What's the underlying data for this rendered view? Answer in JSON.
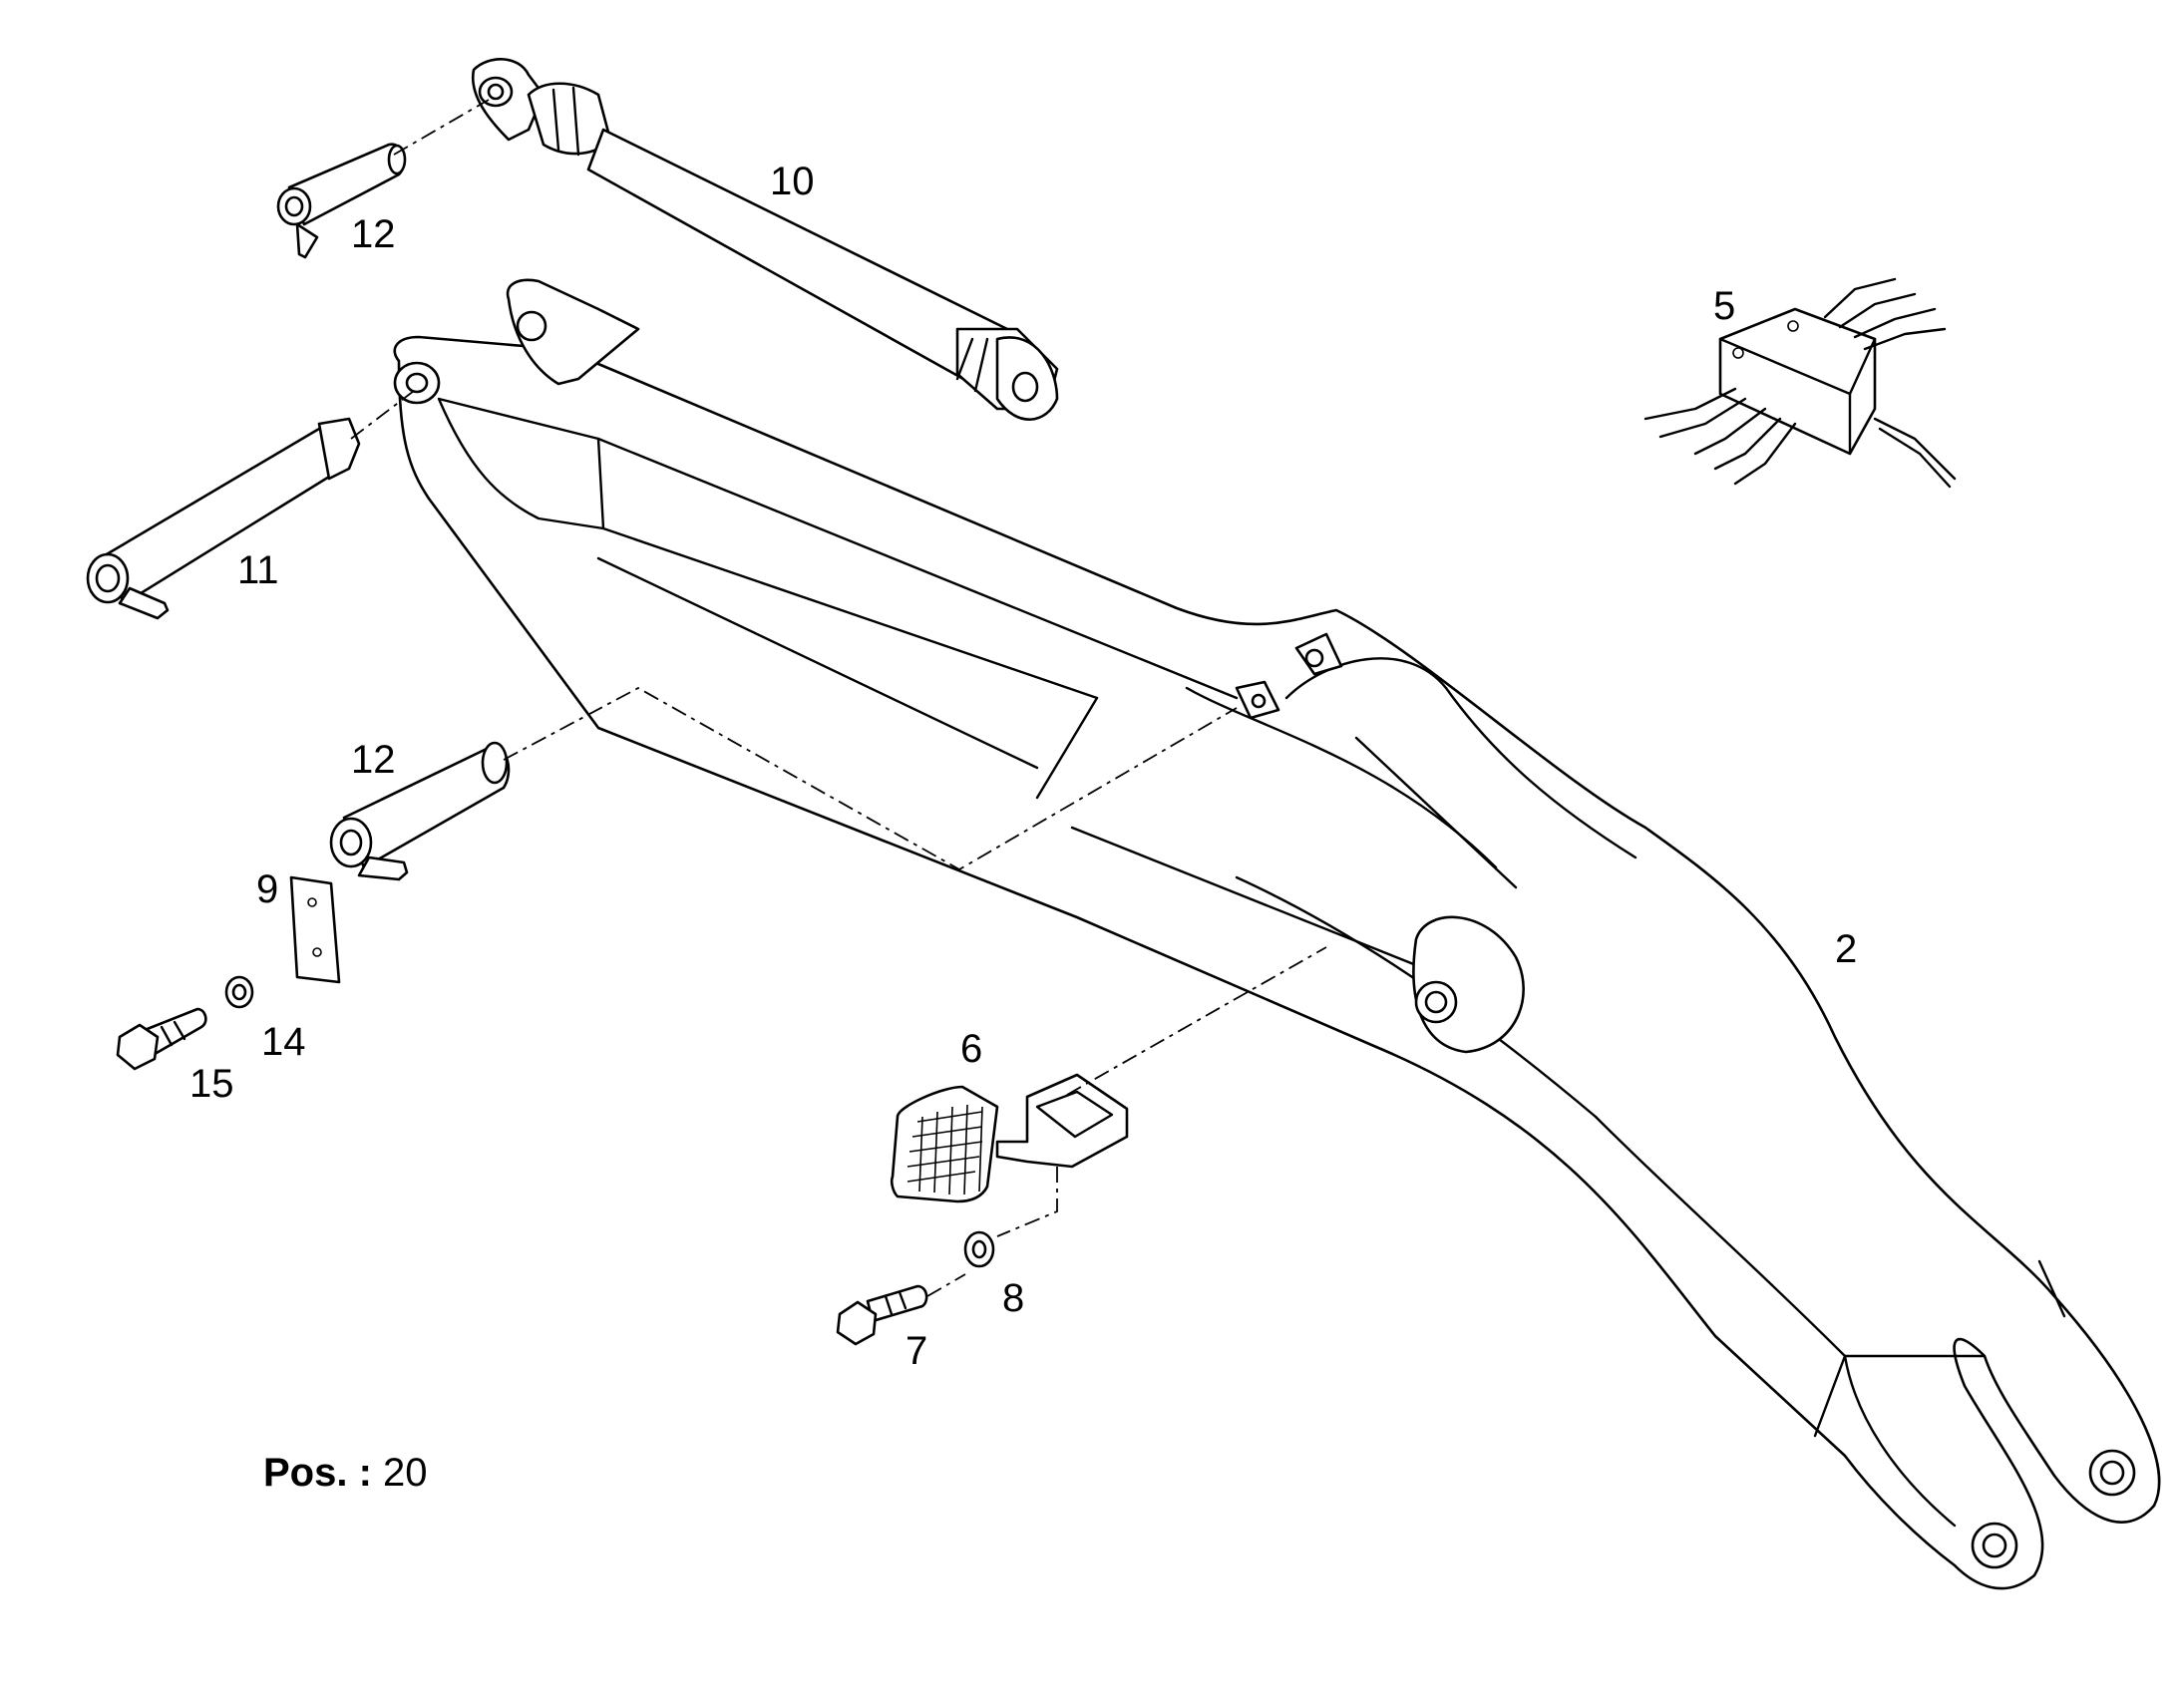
{
  "callouts": {
    "c2": "2",
    "c5": "5",
    "c6": "6",
    "c7": "7",
    "c8": "8",
    "c9": "9",
    "c10": "10",
    "c11": "11",
    "c12_top": "12",
    "c12_mid": "12",
    "c14": "14",
    "c15": "15"
  },
  "position": {
    "label": "Pos. :",
    "value": "20"
  },
  "colors": {
    "line": "#000000",
    "background": "#ffffff"
  }
}
